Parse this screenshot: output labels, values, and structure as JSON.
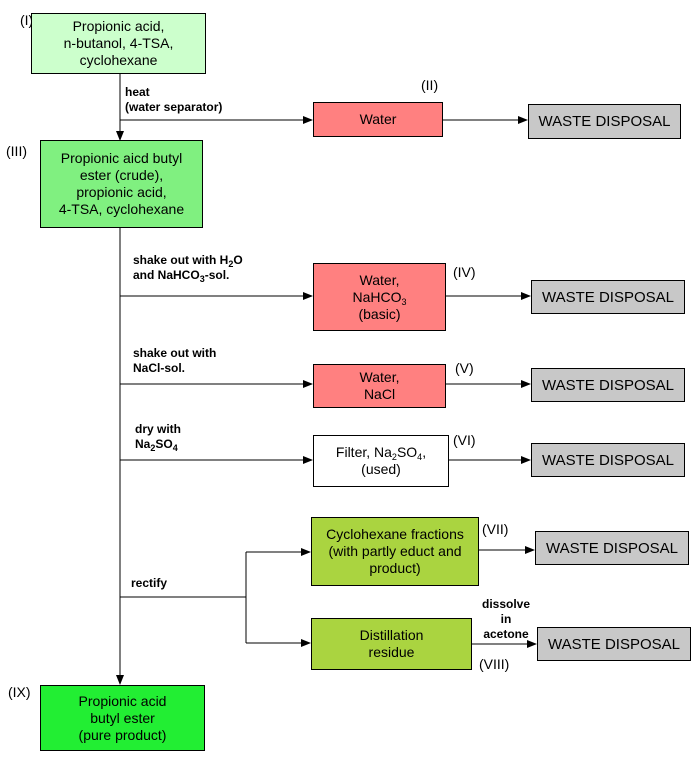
{
  "boxes": {
    "start": {
      "lines": [
        "Propionic acid,",
        "n-butanol, 4-TSA,",
        "cyclohexane"
      ],
      "color": "#ccffcc"
    },
    "water_ii": {
      "lines": [
        "Water"
      ],
      "color": "#ff8080"
    },
    "crude": {
      "lines": [
        "Propionic aicd butyl",
        "ester (crude),",
        "propionic acid,",
        "4-TSA, cyclohexane"
      ],
      "color": "#80f080"
    },
    "water_iv": {
      "l1": "Water,",
      "l2a": "NaHCO",
      "l2sub": "3",
      "l3": "(basic)",
      "color": "#ff8080"
    },
    "water_v": {
      "lines": [
        "Water,",
        "NaCl"
      ],
      "color": "#ff8080"
    },
    "filter_vi": {
      "l1a": "Filter, Na",
      "l1sub1": "2",
      "l1b": "SO",
      "l1sub2": "4",
      "l1c": ",",
      "l2": "(used)",
      "color": "#ffffff"
    },
    "cyclohexane_vii": {
      "lines": [
        "Cyclohexane fractions",
        "(with partly educt and",
        "product)"
      ],
      "color": "#aad440"
    },
    "residue_viii": {
      "lines": [
        "Distillation",
        "residue"
      ],
      "color": "#aad440"
    },
    "pure": {
      "lines": [
        "Propionic acid",
        "butyl ester",
        "(pure product)"
      ],
      "color": "#22ee33"
    }
  },
  "waste_label": "WASTE DISPOSAL",
  "numerals": {
    "i": "(I)",
    "ii": "(II)",
    "iii": "(III)",
    "iv": "(IV)",
    "v": "(V)",
    "vi": "(VI)",
    "vii": "(VII)",
    "viii": "(VIII)",
    "ix": "(IX)"
  },
  "steps": {
    "heat": {
      "l1": "heat",
      "l2": "(water separator)"
    },
    "shake_h2o": {
      "l1a": "shake out with H",
      "l1sub": "2",
      "l1b": "O",
      "l2a": "and NaHCO",
      "l2sub": "3",
      "l2b": "-sol."
    },
    "shake_nacl": {
      "l1": "shake out with",
      "l2": "NaCl-sol."
    },
    "dry": {
      "l1": "dry with",
      "l2a": "Na",
      "l2sub1": "2",
      "l2b": "SO",
      "l2sub2": "4"
    },
    "rectify": "rectify",
    "dissolve": {
      "l1": "dissolve",
      "l2": "in",
      "l3": "acetone"
    }
  }
}
